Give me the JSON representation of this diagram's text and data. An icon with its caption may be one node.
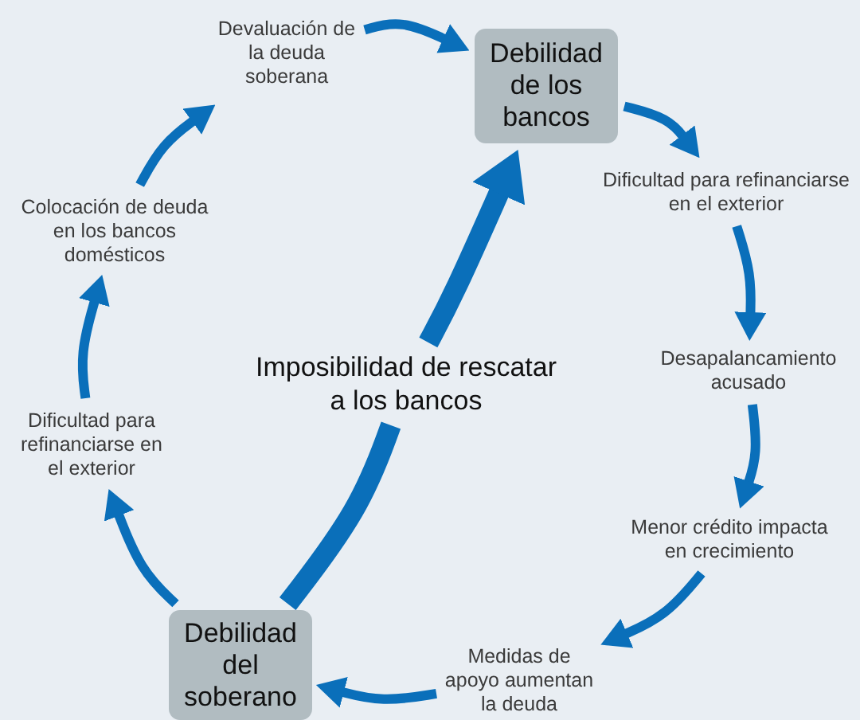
{
  "diagram": {
    "nodes": [
      {
        "text": [
          "Devaluación de la deuda soberana"
        ]
      },
      {
        "text": [
          "Debilidad de los bancos"
        ]
      },
      {
        "text": [
          "Dificultad para refinanciarse en el exterior"
        ]
      },
      {
        "text": [
          "Desapalancamiento acusado"
        ]
      },
      {
        "text": [
          "Menor crédito impacta en crecimiento"
        ]
      },
      {
        "text": [
          "Medidas de apoyo aumentan la deuda"
        ]
      },
      {
        "text": [
          "Debilidad del soberano"
        ]
      },
      {
        "text": [
          "Dificultad para refinanciarse en el exterior"
        ]
      },
      {
        "text": [
          "Colocación de deuda en los bancos domésticos"
        ]
      },
      {
        "text": [
          "Imposibilidad de rescatar a los bancos"
        ]
      }
    ],
    "edges": [
      {
        "from": 0,
        "to": 1,
        "arrow": "to"
      },
      {
        "from": 1,
        "to": 2,
        "arrow": "to"
      },
      {
        "from": 2,
        "to": 3,
        "arrow": "to"
      },
      {
        "from": 3,
        "to": 4,
        "arrow": "to"
      },
      {
        "from": 4,
        "to": 5,
        "arrow": "to"
      },
      {
        "from": 5,
        "to": 6,
        "arrow": "to"
      },
      {
        "from": 6,
        "to": 7,
        "arrow": "to"
      },
      {
        "from": 7,
        "to": 8,
        "arrow": "to"
      },
      {
        "from": 8,
        "to": 0,
        "arrow": "to"
      },
      {
        "from": 6,
        "to": 9,
        "arrow": "none",
        "style": "thick"
      },
      {
        "from": 9,
        "to": 1,
        "arrow": "to",
        "style": "thick"
      }
    ]
  }
}
